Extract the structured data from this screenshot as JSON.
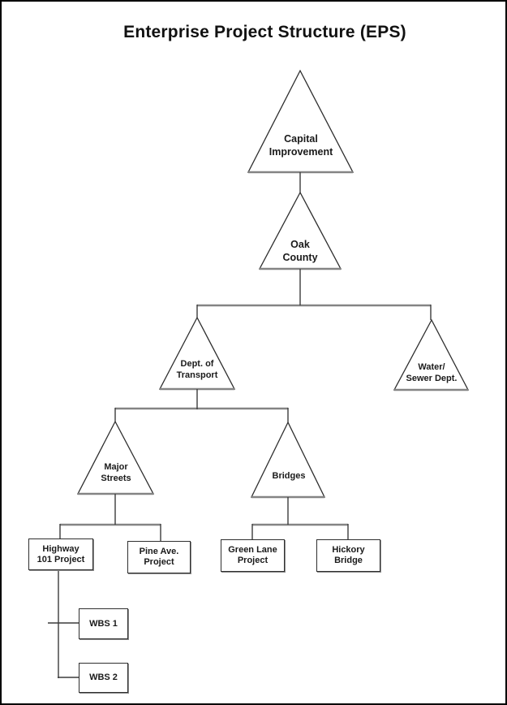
{
  "title": "Enterprise Project Structure (EPS)",
  "nodes": {
    "triangles": [
      {
        "name": "capital-improvement",
        "lines": [
          "Capital",
          "Improvement"
        ]
      },
      {
        "name": "oak-county",
        "lines": [
          "Oak",
          "County"
        ]
      },
      {
        "name": "dept-of-transport",
        "lines": [
          "Dept. of",
          "Transport"
        ]
      },
      {
        "name": "water-sewer-dept",
        "lines": [
          "Water/",
          "Sewer Dept."
        ]
      },
      {
        "name": "major-streets",
        "lines": [
          "Major",
          "Streets"
        ]
      },
      {
        "name": "bridges",
        "lines": [
          "Bridges"
        ]
      }
    ],
    "boxes": [
      {
        "name": "highway-101-project",
        "lines": [
          "Highway",
          "101 Project"
        ]
      },
      {
        "name": "pine-ave-project",
        "lines": [
          "Pine Ave.",
          "Project"
        ]
      },
      {
        "name": "green-lane-project",
        "lines": [
          "Green Lane",
          "Project"
        ]
      },
      {
        "name": "hickory-bridge",
        "lines": [
          "Hickory",
          "Bridge"
        ]
      },
      {
        "name": "wbs-1",
        "lines": [
          "WBS 1"
        ]
      },
      {
        "name": "wbs-2",
        "lines": [
          "WBS 2"
        ]
      }
    ]
  },
  "colors": {
    "background": "#ffffff",
    "page_border": "#000000",
    "text": "#1a1a1a",
    "triangle_edge": "#2e2e2e",
    "connector_gray": "#848484",
    "connector_dark": "#3c3c3c"
  }
}
